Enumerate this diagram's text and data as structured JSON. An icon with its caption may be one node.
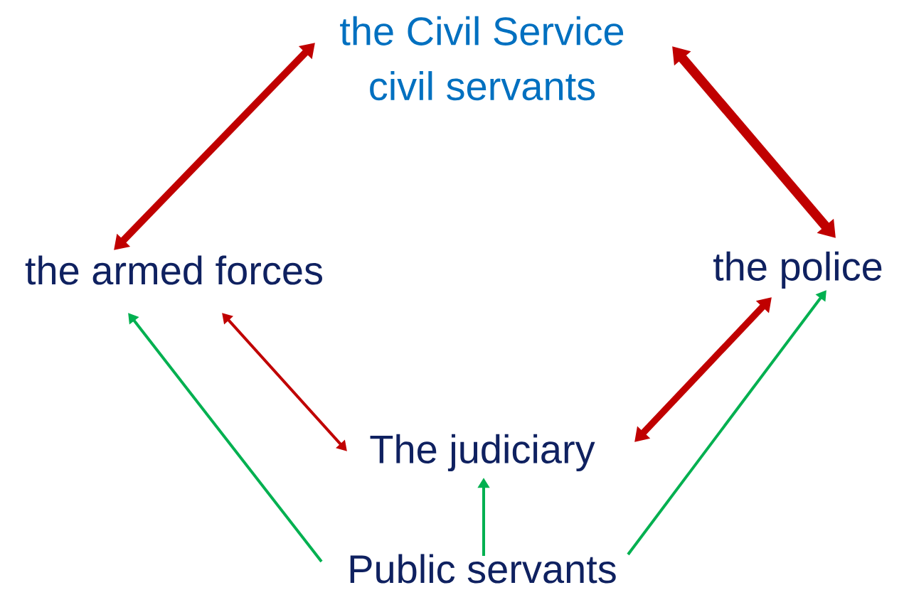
{
  "diagram": {
    "nodes": [
      {
        "text": [
          "the Civil Service",
          "civil servants"
        ]
      },
      {
        "text": [
          "the armed forces"
        ]
      },
      {
        "text": [
          "the police"
        ]
      },
      {
        "text": [
          "The judiciary"
        ]
      },
      {
        "text": [
          "Public servants"
        ]
      }
    ],
    "edges": [
      {
        "from": 1,
        "to": 0,
        "arrow": "both",
        "style": "thick",
        "color": "#c00000"
      },
      {
        "from": 0,
        "to": 2,
        "arrow": "both",
        "style": "thick",
        "color": "#c00000"
      },
      {
        "from": 3,
        "to": 1,
        "arrow": "both",
        "color": "#c00000"
      },
      {
        "from": 3,
        "to": 2,
        "arrow": "both",
        "style": "thick",
        "color": "#c00000"
      },
      {
        "from": 4,
        "to": 1,
        "arrow": "to",
        "color": "#00b050"
      },
      {
        "from": 4,
        "to": 3,
        "arrow": "to",
        "color": "#00b050"
      },
      {
        "from": 4,
        "to": 2,
        "arrow": "to",
        "color": "#00b050"
      }
    ]
  }
}
